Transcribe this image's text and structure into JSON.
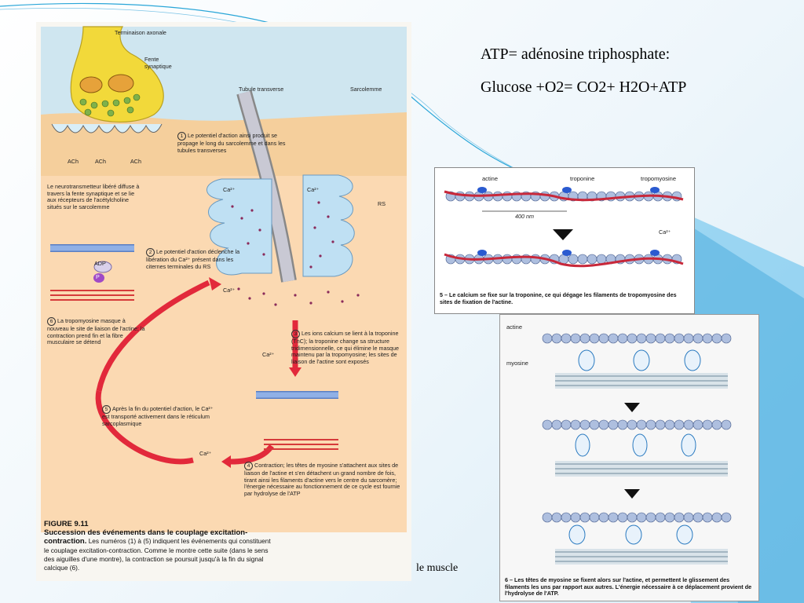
{
  "slide": {
    "text_lines": [
      "ATP= adénosine triphosphate:",
      "Glucose +O2= CO2+ H2O+ATP"
    ],
    "bottom_label": "le muscle"
  },
  "figure_left": {
    "labels": {
      "terminaison": "Terminaison axonale",
      "fente": "Fente synaptique",
      "tubule": "Tubule transverse",
      "sarcolemme": "Sarcolemme",
      "ach": "ACh",
      "rs": "RS",
      "ca": "Ca²⁺",
      "adp": "ADP",
      "p": "P"
    },
    "steps": {
      "s1": "Le potentiel d'action ainsi produit se propage le long du sarcolemme et dans les tubules transverses",
      "s2": "Le potentiel d'action déclenche la libération du Ca²⁺ présent dans les citernes terminales du RS",
      "s3": "Les ions calcium se lient à la troponine (TnC); la troponine change sa structure tridimensionnelle, ce qui élimine le masque maintenu par la tropomyosine; les sites de liaison de l'actine sont exposés",
      "s4": "Contraction; les têtes de myosine s'attachent aux sites de liaison de l'actine et s'en détachent un grand nombre de fois, tirant ainsi les filaments d'actine vers le centre du sarcomère; l'énergie nécessaire au fonctionnement de ce cycle est fournie par hydrolyse de l'ATP",
      "s5": "Après la fin du potentiel d'action, le Ca²⁺ est transporté activement dans le réticulum sarcoplasmique",
      "s6": "La tropomyosine masque à nouveau le site de liaison de l'actine; la contraction prend fin et la fibre musculaire se détend",
      "neuro": "Le neurotransmetteur libéré diffuse à travers la fente synaptique et se lie aux récepteurs de l'acétylcholine situés sur le sarcolemme"
    },
    "caption_title": "FIGURE 9.11",
    "caption_subtitle": "Succession des événements dans le couplage excitation-contraction.",
    "caption_body": "Les numéros (1) à (5) indiquent les événements qui constituent le couplage excitation-contraction. Comme le montre cette suite (dans le sens des aiguilles d'une montre), la contraction se poursuit jusqu'à la fin du signal calcique (6)."
  },
  "figure_mid": {
    "labels": {
      "actine": "actine",
      "troponine": "troponine",
      "tropomyosine": "tropomyosine",
      "scale": "400 nm",
      "ca": "Ca²⁺"
    },
    "caption": "5 – Le calcium se fixe sur la troponine, ce qui dégage les filaments de tropomyosine des sites de fixation de l'actine."
  },
  "figure_right": {
    "labels": {
      "actine": "actine",
      "myosine": "myosine"
    },
    "caption": "6 – Les têtes de myosine se fixent alors sur l'actine, et permettent le glissement des filaments les uns par rapport aux autres. L'énergie nécessaire à ce déplacement provient de l'hydrolyse de l'ATP."
  },
  "colors": {
    "page_bg": "#eef6fb",
    "figure_bg": "#fbd9b2",
    "neuron": "#f2d93a",
    "cistern": "#bfe0f3",
    "arrow_red": "#e2293b",
    "actin": "#8fb0e6",
    "tropomyosin": "#c8283a"
  }
}
